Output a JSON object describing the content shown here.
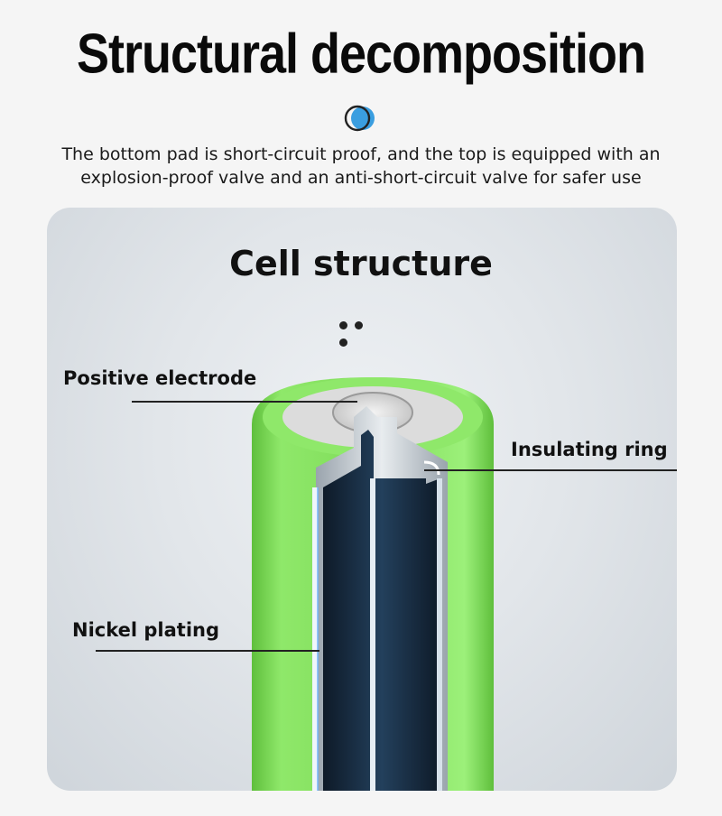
{
  "header": {
    "title": "Structural decomposition",
    "description": "The bottom pad is short-circuit proof, and the top is equipped with an explosion-proof valve and an anti-short-circuit valve for safer use"
  },
  "card": {
    "title": "Cell structure",
    "labels": {
      "positive_electrode": "Positive electrode",
      "insulating_ring": "Insulating ring",
      "nickel_plating": "Nickel plating"
    }
  },
  "colors": {
    "battery_green": "#7fd95a",
    "core_dark": "#16273a",
    "accent_blue": "#3a9ee0"
  },
  "icons": [
    "overlapping-circles-icon",
    "dots-icon"
  ]
}
